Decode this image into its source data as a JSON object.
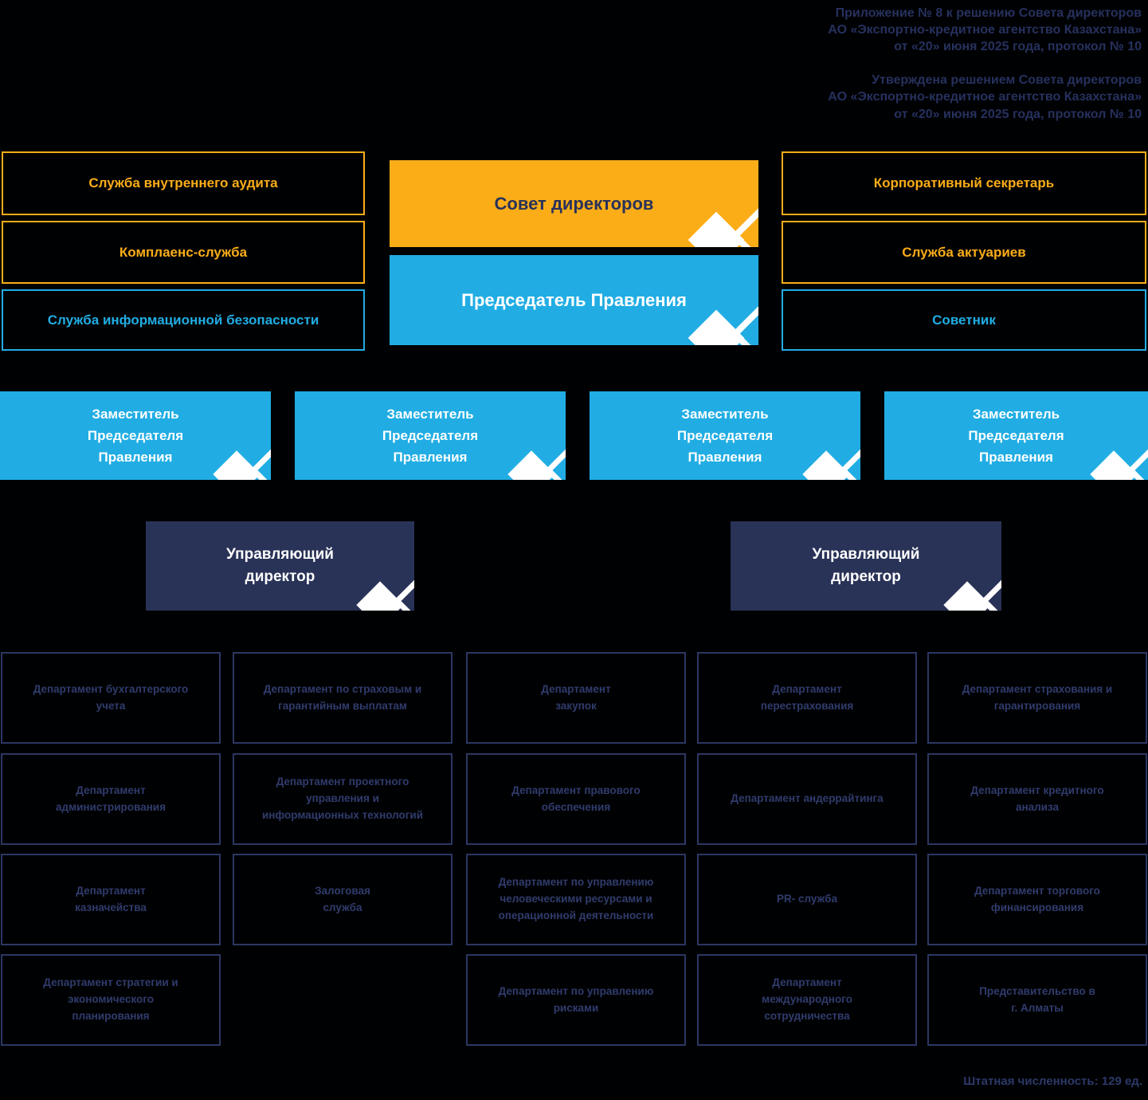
{
  "header": {
    "annex_note": "Приложение № 8 к решению Совета директоров\nАО «Экспортно-кредитное агентство Казахстана»\nот «20» июня 2025 года, протокол № 10",
    "approval_note": "Утверждена решением Совета директоров\nАО «Экспортно-кредитное агентство Казахстана»\nот «20» июня 2025 года, протокол № 10"
  },
  "governance": {
    "board": "Совет директоров",
    "chairman": "Председатель Правления",
    "left_units": [
      {
        "label": "Служба внутреннего аудита",
        "accent": "#FBAD18"
      },
      {
        "label": "Комплаенс-служба",
        "accent": "#FBAD18"
      },
      {
        "label": "Служба информационной безопасности",
        "accent": "#21ADE4"
      }
    ],
    "right_units": [
      {
        "label": "Корпоративный секретарь",
        "accent": "#FBAD18"
      },
      {
        "label": "Служба актуариев",
        "accent": "#FBAD18"
      },
      {
        "label": "Советник",
        "accent": "#21ADE4"
      }
    ]
  },
  "deputies": {
    "label": "Заместитель\nПредседателя\nПравления",
    "count": 4
  },
  "managing_director": {
    "label": "Управляющий\nдиректор",
    "count": 2
  },
  "departments": [
    {
      "label": "Департамент бухгалтерского\nучета"
    },
    {
      "label": "Департамент по страховым и\nгарантийным выплатам"
    },
    {
      "label": "Департамент\nзакупок"
    },
    {
      "label": "Департамент\nперестрахования"
    },
    {
      "label": "Департамент страхования и\nгарантирования"
    },
    {
      "label": "Департамент\nадминистрирования"
    },
    {
      "label": "Департамент проектного\nуправления и\nинформационных технологий"
    },
    {
      "label": "Департамент правового\nобеспечения"
    },
    {
      "label": "Департамент андеррайтинга"
    },
    {
      "label": "Департамент кредитного\nанализа"
    },
    {
      "label": "Департамент\nказначейства"
    },
    {
      "label": "Залоговая\nслужба"
    },
    {
      "label": "Департамент по управлению\nчеловеческими ресурсами и\nоперационной деятельности"
    },
    {
      "label": "PR- служба"
    },
    {
      "label": "Департамент торгового\nфинансирования"
    },
    {
      "label": "Департамент стратегии и\nэкономического\nпланирования"
    },
    {
      "label": "Департамент по управлению\nрисками"
    },
    {
      "label": "Департамент\nмеждународного\nсотрудничества"
    },
    {
      "label": "Представительство в\nг. Алматы"
    }
  ],
  "footer": {
    "headcount": "Штатная численность: 129 ед."
  },
  "colors": {
    "background": "#000103",
    "yellow": "#FBAD18",
    "blue": "#21ADE4",
    "navy": "#293257",
    "department_border": "#2C3763",
    "department_text": "#303C6D",
    "note_text": "#26315E"
  }
}
